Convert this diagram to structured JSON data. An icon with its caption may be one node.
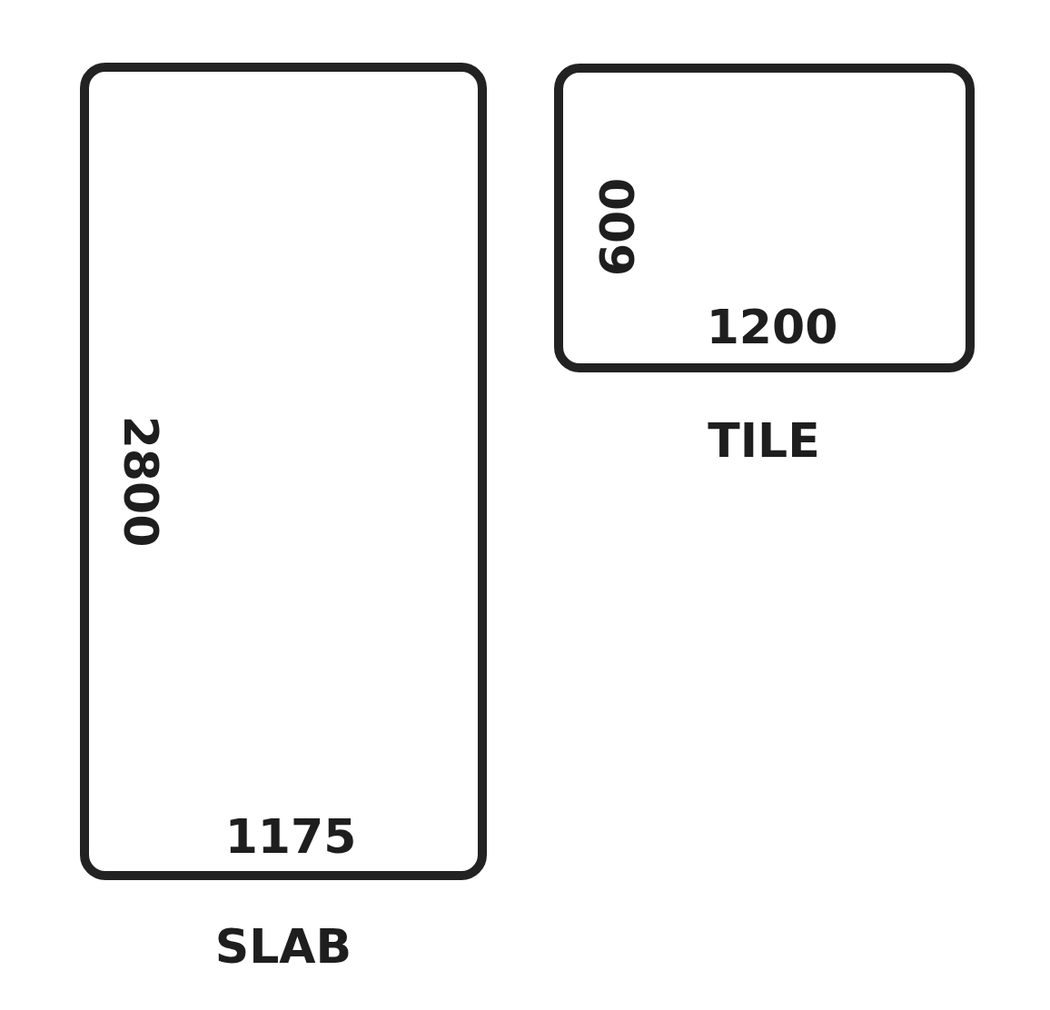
{
  "diagram": {
    "nodes": [
      {
        "text": [
          "2800",
          "1175"
        ],
        "beside": [
          "SLAB"
        ]
      },
      {
        "text": [
          "600",
          "1200"
        ],
        "beside": [
          "TILE"
        ]
      }
    ]
  }
}
